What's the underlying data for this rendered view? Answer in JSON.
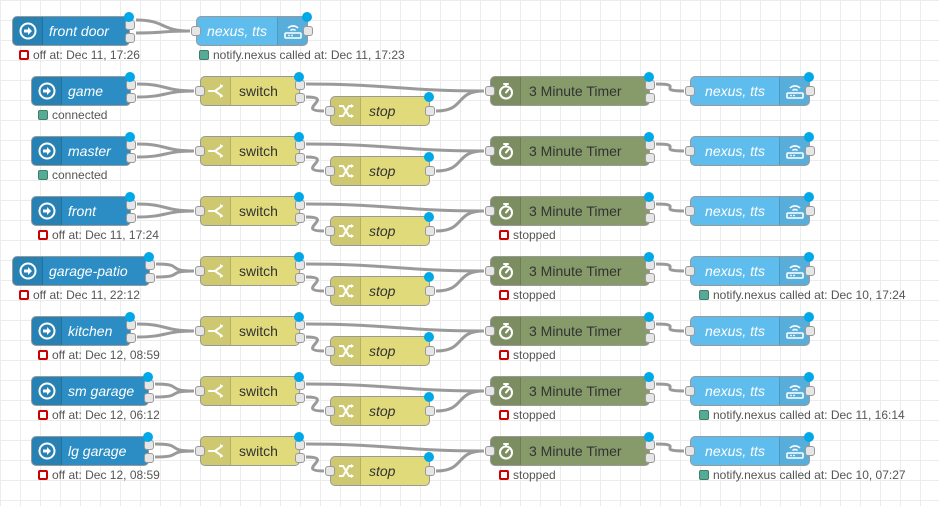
{
  "top": {
    "event": {
      "label": "front door",
      "status": "off at: Dec 11, 17:26",
      "status_color": "red"
    },
    "tts": {
      "label": "nexus, tts",
      "status": "notify.nexus called at: Dec 11, 17:23",
      "status_color": "green"
    }
  },
  "rows": [
    {
      "event": "game",
      "event_status": "connected",
      "event_status_color": "green",
      "switch": "switch",
      "stop": "stop",
      "timer": "3 Minute Timer",
      "timer_status": "",
      "tts": "nexus, tts",
      "tts_status": ""
    },
    {
      "event": "master",
      "event_status": "connected",
      "event_status_color": "green",
      "switch": "switch",
      "stop": "stop",
      "timer": "3 Minute Timer",
      "timer_status": "",
      "tts": "nexus, tts",
      "tts_status": ""
    },
    {
      "event": "front",
      "event_status": "off at: Dec 11, 17:24",
      "event_status_color": "red",
      "switch": "switch",
      "stop": "stop",
      "timer": "3 Minute Timer",
      "timer_status": "stopped",
      "tts": "nexus, tts",
      "tts_status": ""
    },
    {
      "event": "garage-patio",
      "event_status": "off at: Dec 11, 22:12",
      "event_status_color": "red",
      "switch": "switch",
      "stop": "stop",
      "timer": "3 Minute Timer",
      "timer_status": "stopped",
      "tts": "nexus, tts",
      "tts_status": "notify.nexus called at: Dec 10, 17:24"
    },
    {
      "event": "kitchen",
      "event_status": "off at: Dec 12, 08:59",
      "event_status_color": "red",
      "switch": "switch",
      "stop": "stop",
      "timer": "3 Minute Timer",
      "timer_status": "stopped",
      "tts": "nexus, tts",
      "tts_status": ""
    },
    {
      "event": "sm garage",
      "event_status": "off at: Dec 12, 06:12",
      "event_status_color": "red",
      "switch": "switch",
      "stop": "stop",
      "timer": "3 Minute Timer",
      "timer_status": "stopped",
      "tts": "nexus, tts",
      "tts_status": "notify.nexus called at: Dec 11, 16:14"
    },
    {
      "event": "lg garage",
      "event_status": "off at: Dec 12, 08:59",
      "event_status_color": "red",
      "switch": "switch",
      "stop": "stop",
      "timer": "3 Minute Timer",
      "timer_status": "stopped",
      "tts": "nexus, tts",
      "tts_status": "notify.nexus called at: Dec 10, 07:27"
    }
  ]
}
